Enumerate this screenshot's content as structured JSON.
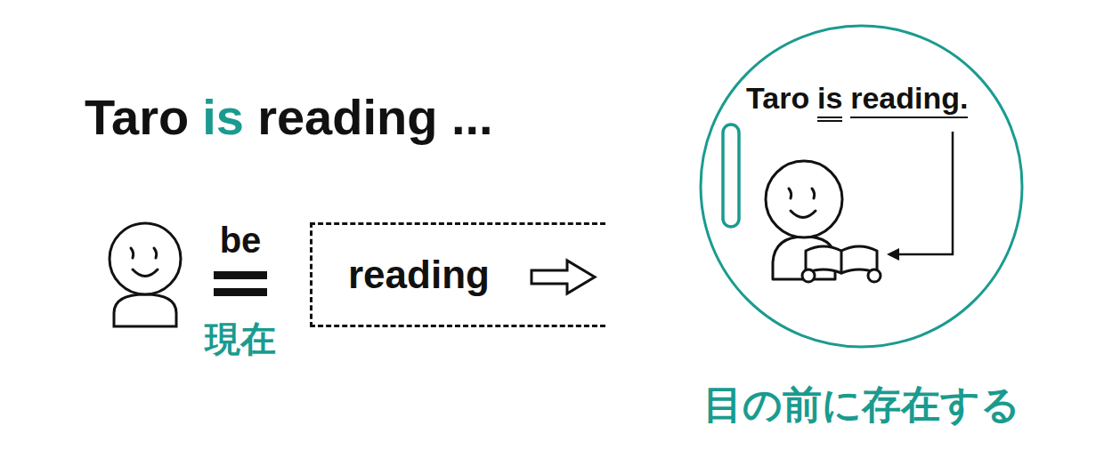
{
  "diagram": {
    "nodes": [
      {
        "text": [
          "reading"
        ]
      },
      {
        "text": [
          "Taro",
          "is",
          "reading."
        ]
      }
    ],
    "labels": [
      "Taro",
      "is",
      "reading ...",
      "be",
      "現在",
      "目の前に存在する"
    ]
  }
}
